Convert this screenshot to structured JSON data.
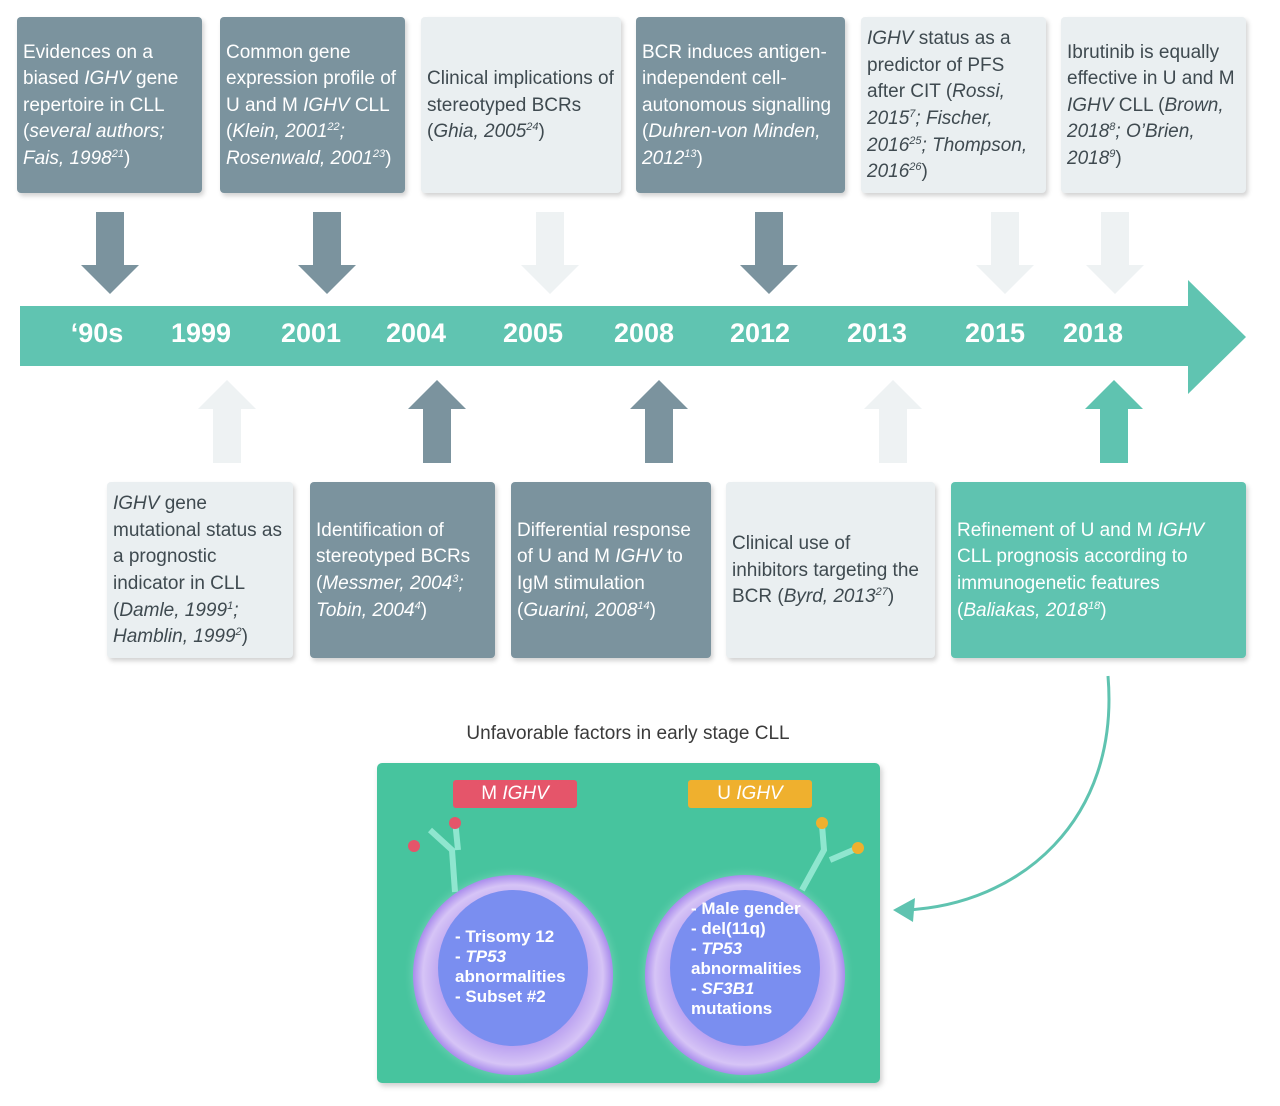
{
  "colors": {
    "dark": "#7b939e",
    "light": "#eaeff1",
    "teal": "#5fc3b0",
    "panel": "#47c49e",
    "m_tag": "#e5556a",
    "u_tag": "#efb02e",
    "nucleus": "#7a8ef0",
    "cell": "#c6a6f0"
  },
  "years": [
    "‘90s",
    "1999",
    "2001",
    "2004",
    "2005",
    "2008",
    "2012",
    "2013",
    "2015",
    "2018"
  ],
  "top_boxes": [
    {
      "style": "dark",
      "segments": [
        {
          "t": "Evidences on a biased "
        },
        {
          "t": "IGHV",
          "s": "i"
        },
        {
          "t": " gene repertoire in CLL ("
        },
        {
          "t": "several authors; Fais, 1998",
          "s": "i"
        },
        {
          "t": "21",
          "s": "sup"
        },
        {
          "t": ")"
        }
      ]
    },
    {
      "style": "dark",
      "segments": [
        {
          "t": "Common gene expression profile of U and M "
        },
        {
          "t": "IGHV",
          "s": "i"
        },
        {
          "t": " CLL ("
        },
        {
          "t": "Klein, 2001",
          "s": "i"
        },
        {
          "t": "22",
          "s": "sup"
        },
        {
          "t": "; Rosenwald, 2001",
          "s": "i"
        },
        {
          "t": "23",
          "s": "sup"
        },
        {
          "t": ")"
        }
      ]
    },
    {
      "style": "light",
      "segments": [
        {
          "t": "Clinical implications of stereotyped BCRs ("
        },
        {
          "t": "Ghia, 2005",
          "s": "i"
        },
        {
          "t": "24",
          "s": "sup"
        },
        {
          "t": ")"
        }
      ]
    },
    {
      "style": "dark",
      "segments": [
        {
          "t": "BCR induces antigen-independent cell-autonomous signalling ("
        },
        {
          "t": "Duhren-von Minden, 2012",
          "s": "i"
        },
        {
          "t": "13",
          "s": "sup"
        },
        {
          "t": ")"
        }
      ]
    },
    {
      "style": "light",
      "segments": [
        {
          "t": "IGHV",
          "s": "i"
        },
        {
          "t": " status as a predictor of PFS after CIT ("
        },
        {
          "t": "Rossi, 2015",
          "s": "i"
        },
        {
          "t": "7",
          "s": "sup"
        },
        {
          "t": "; Fischer, 2016",
          "s": "i"
        },
        {
          "t": "25",
          "s": "sup"
        },
        {
          "t": "; Thompson, 2016",
          "s": "i"
        },
        {
          "t": "26",
          "s": "sup"
        },
        {
          "t": ")"
        }
      ]
    },
    {
      "style": "light",
      "segments": [
        {
          "t": "Ibrutinib is equally effective in U and M "
        },
        {
          "t": "IGHV",
          "s": "i"
        },
        {
          "t": " CLL ("
        },
        {
          "t": "Brown, 2018",
          "s": "i"
        },
        {
          "t": "8",
          "s": "sup"
        },
        {
          "t": "; O’Brien, 2018",
          "s": "i"
        },
        {
          "t": "9",
          "s": "sup"
        },
        {
          "t": ")"
        }
      ]
    }
  ],
  "bottom_boxes": [
    {
      "style": "light",
      "segments": [
        {
          "t": "IGHV",
          "s": "i"
        },
        {
          "t": " gene mutational status as a prognostic indicator in CLL ("
        },
        {
          "t": "Damle, 1999",
          "s": "i"
        },
        {
          "t": "1",
          "s": "sup"
        },
        {
          "t": "; Hamblin, 1999",
          "s": "i"
        },
        {
          "t": "2",
          "s": "sup"
        },
        {
          "t": ")"
        }
      ]
    },
    {
      "style": "dark",
      "segments": [
        {
          "t": "Identification of stereotyped BCRs ("
        },
        {
          "t": "Messmer, 2004",
          "s": "i"
        },
        {
          "t": "3",
          "s": "sup"
        },
        {
          "t": "; Tobin, 2004",
          "s": "i"
        },
        {
          "t": "4",
          "s": "sup"
        },
        {
          "t": ")"
        }
      ]
    },
    {
      "style": "dark",
      "segments": [
        {
          "t": "Differential response of U and M "
        },
        {
          "t": "IGHV",
          "s": "i"
        },
        {
          "t": " to IgM stimulation ("
        },
        {
          "t": "Guarini, 2008",
          "s": "i"
        },
        {
          "t": "14",
          "s": "sup"
        },
        {
          "t": ")"
        }
      ]
    },
    {
      "style": "light",
      "segments": [
        {
          "t": "Clinical use of inhibitors targeting the BCR ("
        },
        {
          "t": "Byrd, 2013",
          "s": "i"
        },
        {
          "t": "27",
          "s": "sup"
        },
        {
          "t": ")"
        }
      ]
    },
    {
      "style": "teal",
      "segments": [
        {
          "t": "Refinement of U and M "
        },
        {
          "t": "IGHV",
          "s": "i"
        },
        {
          "t": " CLL prognosis according to immunogenetic features ("
        },
        {
          "t": "Baliakas, 2018",
          "s": "i"
        },
        {
          "t": "18",
          "s": "sup"
        },
        {
          "t": ")"
        }
      ]
    }
  ],
  "panel": {
    "title": "Unfavorable factors in early stage CLL",
    "m_tag": {
      "prefix": "M ",
      "gene": "IGHV"
    },
    "u_tag": {
      "prefix": "U ",
      "gene": "IGHV"
    },
    "m_factors": [
      {
        "t": "- Trisomy 12"
      },
      {
        "t": "- ",
        "i": "TP53"
      },
      {
        "t": "abnormalities"
      },
      {
        "t": "- Subset #2"
      }
    ],
    "u_factors": [
      {
        "t": "- Male gender"
      },
      {
        "t": "- del(11q)"
      },
      {
        "t": "- ",
        "i": "TP53"
      },
      {
        "t": "abnormalities"
      },
      {
        "t": "- ",
        "i": "SF3B1"
      },
      {
        "t": "mutations"
      }
    ]
  }
}
